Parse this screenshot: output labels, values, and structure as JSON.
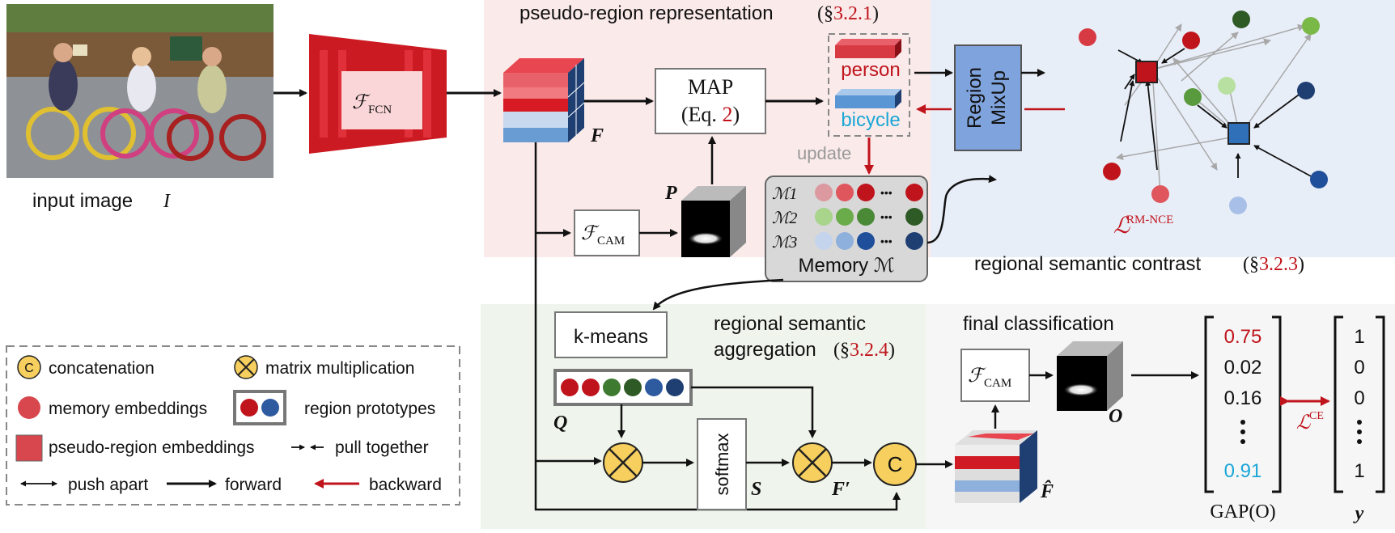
{
  "input": {
    "label": "input image",
    "symbol": "I"
  },
  "fcn": {
    "label": "ℱ",
    "sub": "FCN"
  },
  "feature": {
    "label": "F"
  },
  "map_box": {
    "line1": "MAP",
    "line2_prefix": "(Eq. ",
    "line2_ref": "2",
    "line2_suffix": ")"
  },
  "cam_top": {
    "label": "ℱ",
    "sub": "CAM"
  },
  "p_label": "P",
  "pseudo_region": {
    "title": "pseudo-region representation",
    "ref_prefix": "(§",
    "ref": "3.2.1",
    "ref_suffix": ")"
  },
  "classes": {
    "person": "person",
    "bicycle": "bicycle"
  },
  "update": "update",
  "mixup": {
    "line1": "Region",
    "line2": "MixUp"
  },
  "memory": {
    "rows": [
      "ℳ1",
      "ℳ2",
      "ℳ3"
    ],
    "label": "Memory ℳ",
    "ellipsis": "•••"
  },
  "contrast": {
    "title": "regional semantic contrast",
    "ref_prefix": "(§",
    "ref": "3.2.3",
    "ref_suffix": ")",
    "loss": "ℒ",
    "loss_sup": "RM-NCE"
  },
  "kmeans": "k-means",
  "aggregation": {
    "line1": "regional semantic",
    "line2": "aggregation",
    "ref_prefix": "(§",
    "ref": "3.2.4",
    "ref_suffix": ")"
  },
  "q_label": "Q",
  "softmax": "softmax",
  "s_label": "S",
  "fprime_label": "F′",
  "concat_symbol": "C",
  "fhat_label": "F̂",
  "final": {
    "title": "final classification",
    "cam_label": "ℱ",
    "cam_sub": "CAM",
    "o_label": "O"
  },
  "gap": {
    "values": [
      "0.75",
      "0.02",
      "0.16",
      "0.91"
    ],
    "label": "GAP(O)"
  },
  "y": {
    "values": [
      "1",
      "0",
      "0",
      "1"
    ],
    "label": "y"
  },
  "ce_loss": {
    "loss": "ℒ",
    "sup": "CE"
  },
  "legend": {
    "concatenation": "concatenation",
    "matrix_mult": "matrix  multiplication",
    "memory_emb": "memory embeddings",
    "region_proto": "region prototypes",
    "pseudo_emb": "pseudo-region embeddings",
    "pull": "pull together",
    "push": "push apart",
    "forward": "forward",
    "backward": "backward"
  },
  "colors": {
    "red": "#c0141c",
    "light_red": "#e0565d",
    "pale_red": "#dc9aa0",
    "green": "#5a9a3e",
    "dark_green": "#2e5a26",
    "light_green": "#a8d48c",
    "blue": "#2e6aa8",
    "dark_blue": "#1f3f73",
    "light_blue": "#a8c0e0",
    "accent_blue": "#1aa6d6",
    "pink_bg": "#fbeaea",
    "blue_bg": "#e8eef8",
    "green_bg": "#eff5ec",
    "gray_bg": "#f6f6f6",
    "yellow": "#f6cf5e"
  }
}
